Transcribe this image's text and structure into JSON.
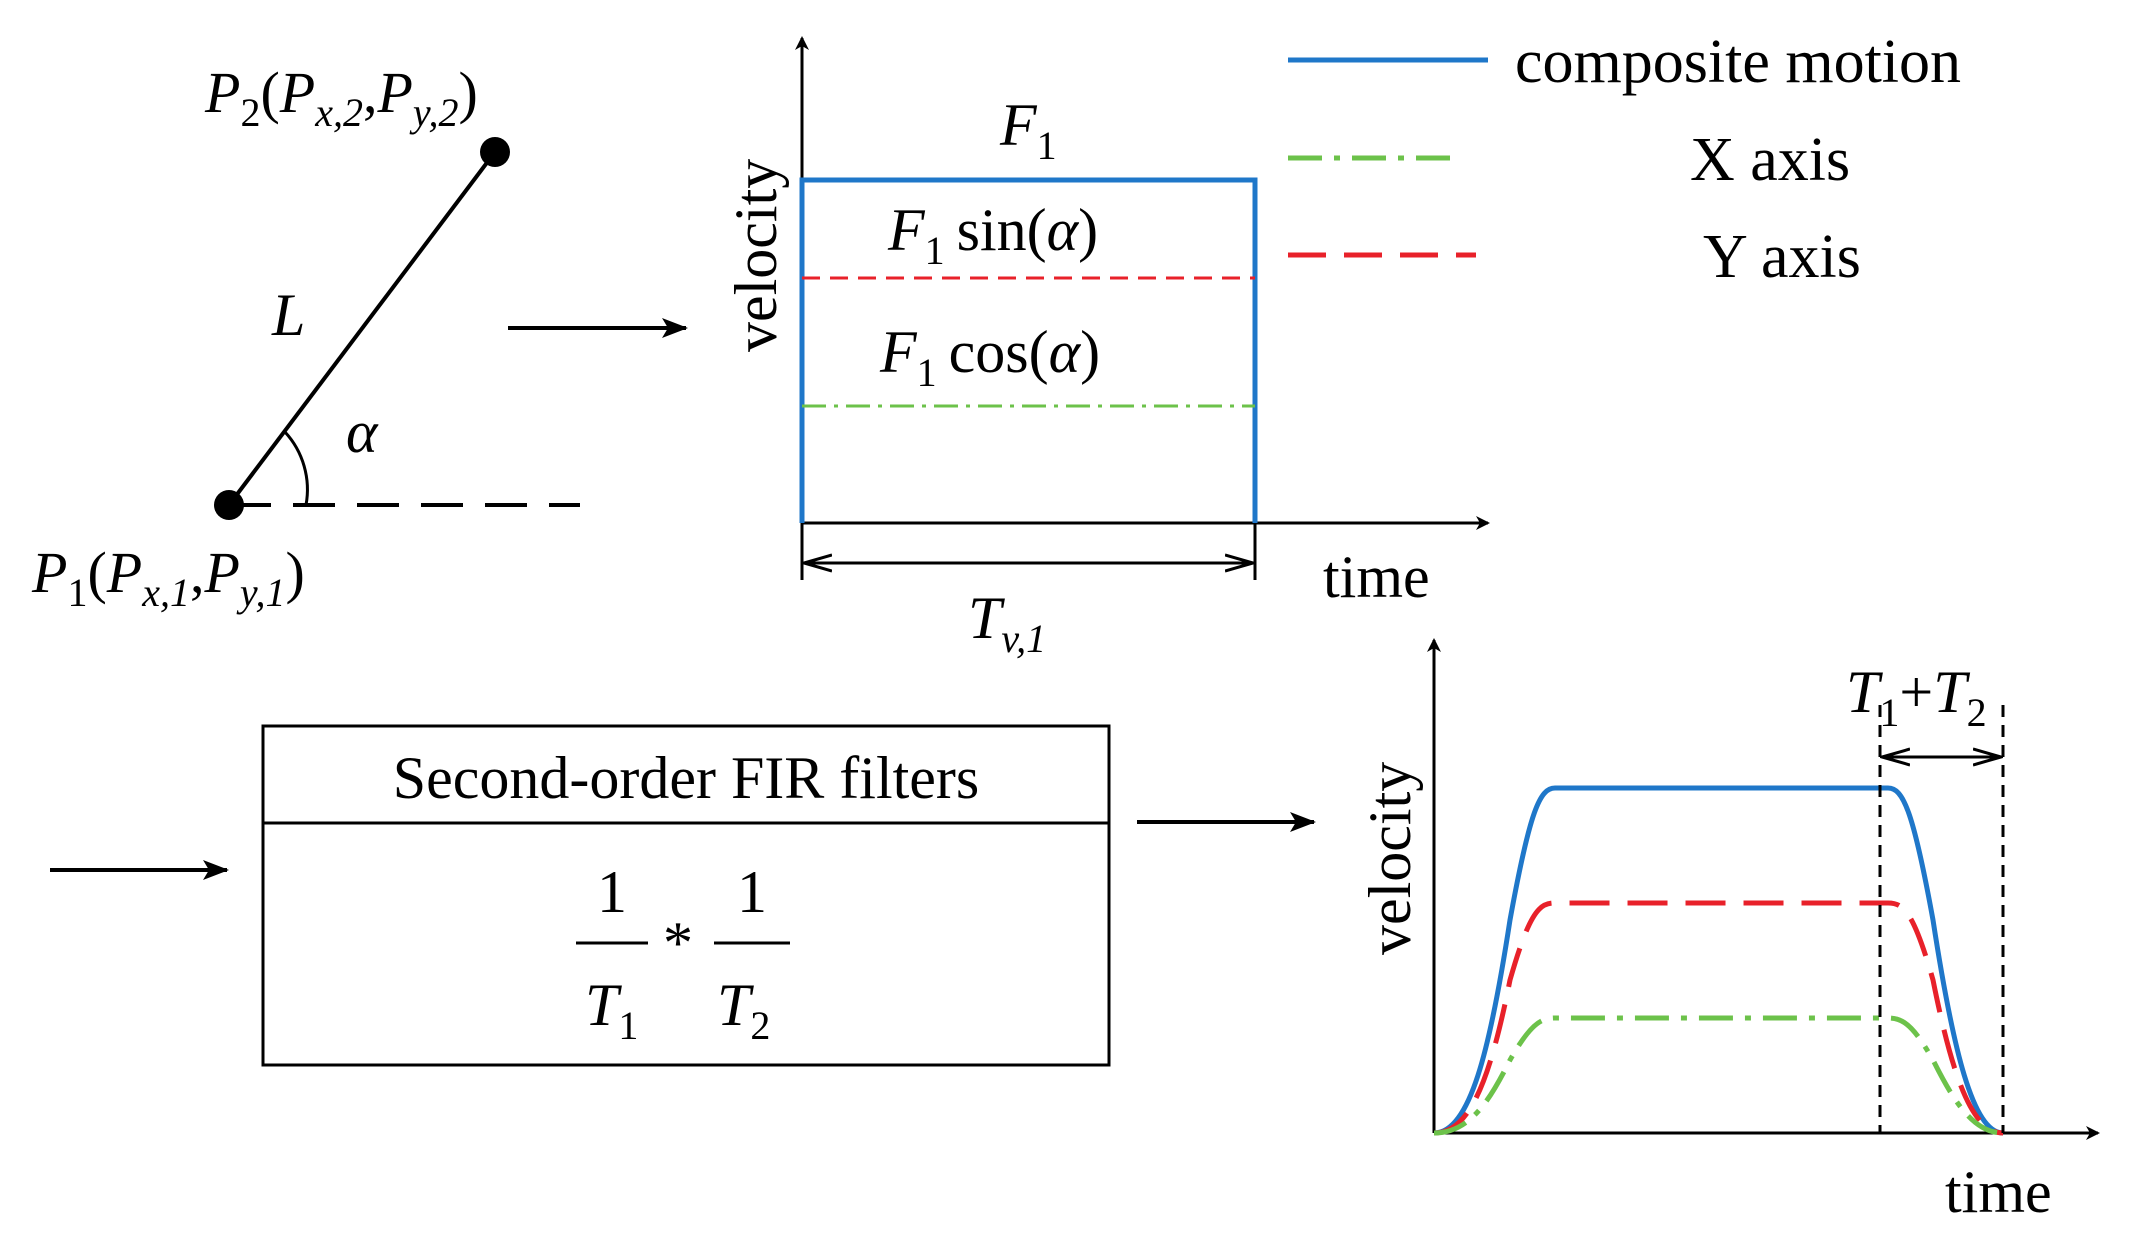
{
  "colors": {
    "composite": "#1f77c9",
    "x_axis": "#6cc24a",
    "y_axis": "#e8212a",
    "ink": "#000000"
  },
  "segment": {
    "p2": {
      "name": "P",
      "sub": "2",
      "coords": {
        "a": "P",
        "a_sub": "x,2",
        "sep": ",",
        "b": "P",
        "b_sub": "y,2"
      }
    },
    "p1": {
      "name": "P",
      "sub": "1",
      "coords": {
        "a": "P",
        "a_sub": "x,1",
        "sep": ",",
        "b": "P",
        "b_sub": "y,1"
      }
    },
    "length_label": "L",
    "angle_label": "α"
  },
  "input_profile": {
    "y_label": "velocity",
    "x_label": "time",
    "level_composite": {
      "sym": "F",
      "sub": "1"
    },
    "level_y": {
      "sym": "F",
      "sub": "1",
      "fn": "sin(",
      "arg": "α",
      "close": ")"
    },
    "level_x": {
      "sym": "F",
      "sub": "1",
      "fn": "cos(",
      "arg": "α",
      "close": ")"
    },
    "duration": {
      "sym": "T",
      "sub": "v,1"
    }
  },
  "legend": {
    "items": [
      {
        "label": "composite motion",
        "style": "solid"
      },
      {
        "label": "X axis",
        "style": "dashdot"
      },
      {
        "label": "Y axis",
        "style": "dashed"
      }
    ]
  },
  "filter_block": {
    "title": "Second-order FIR filters",
    "num1": "1",
    "den1": "T",
    "den1_sub": "1",
    "op": "*",
    "num2": "1",
    "den2": "T",
    "den2_sub": "2"
  },
  "output_profile": {
    "y_label": "velocity",
    "x_label": "time",
    "window": {
      "t1": "T",
      "t1_sub": "1",
      "plus": "+",
      "t2": "T",
      "t2_sub": "2"
    }
  }
}
